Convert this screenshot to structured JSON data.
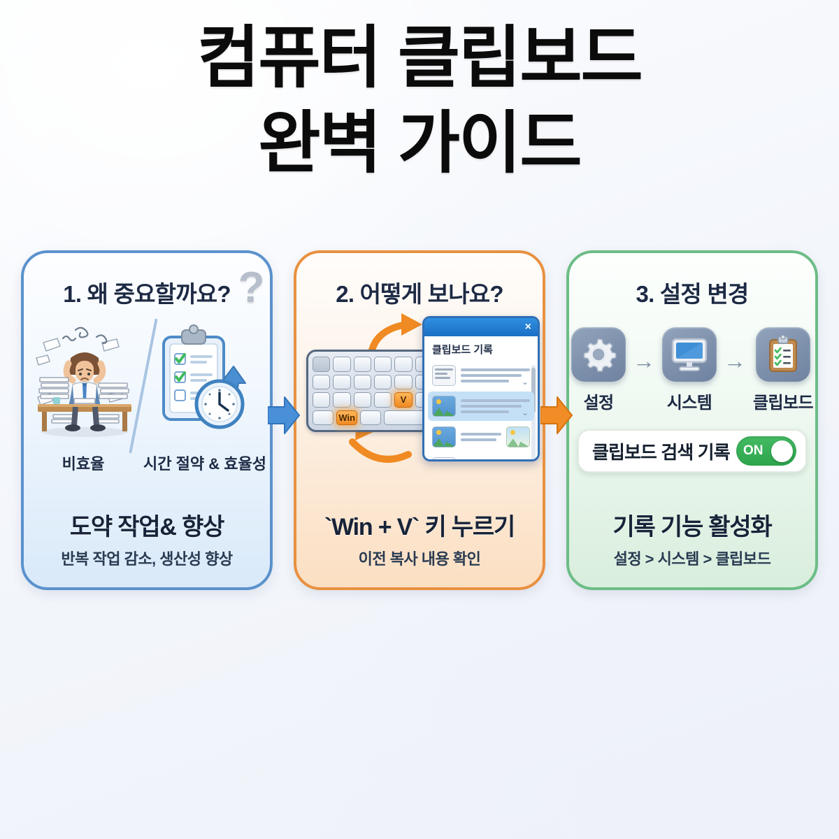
{
  "title": {
    "line1": "컴퓨터 클립보드",
    "line2": "완벽 가이드"
  },
  "colors": {
    "card1_border": "#5b92cd",
    "card2_border": "#e89141",
    "card3_border": "#6cbd86",
    "arrow1": "#4a90d9",
    "arrow2": "#f08a22",
    "heading": "#1d2a44",
    "toggle_on": "#2da54c"
  },
  "cards": [
    {
      "heading": "1. 왜 중요할까요?",
      "decoration_icon": "question-mark-icon",
      "captions": {
        "left": "비효율",
        "right": "시간 절약 & 효율성"
      },
      "foot_main": "도약 작업& 향상",
      "foot_sub": "반복 작업 감소, 생산성 향상"
    },
    {
      "heading": "2. 어떻게 보나요?",
      "popup": {
        "title": "클립보드 기록",
        "close_label": "×",
        "items": [
          {
            "type": "document"
          },
          {
            "type": "image",
            "selected": true
          },
          {
            "type": "image"
          },
          {
            "type": "document"
          }
        ]
      },
      "keys": {
        "win": "Win",
        "v": "V"
      },
      "foot_main": "`Win + V` 키 누르기",
      "foot_sub": "이전 복사 내용 확인"
    },
    {
      "heading": "3. 설정 변경",
      "flow": [
        {
          "icon": "gear-icon",
          "label": "설정"
        },
        {
          "icon": "monitor-icon",
          "label": "시스템"
        },
        {
          "icon": "clipboard-icon",
          "label": "클립보드"
        }
      ],
      "flow_separator": "→",
      "toggle": {
        "label": "클립보드 검색 기록",
        "state": "ON"
      },
      "foot_main": "기록 기능 활성화",
      "foot_sub": "설정 > 시스템 > 클립보드"
    }
  ]
}
